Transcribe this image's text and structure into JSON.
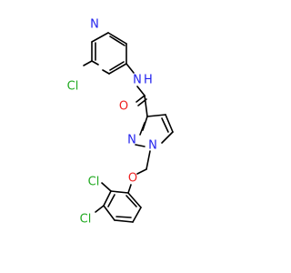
{
  "colors": {
    "bond": "#000000",
    "N": "#2222ee",
    "O": "#ee2222",
    "Cl": "#22aa22"
  },
  "atoms": [
    {
      "name": "pyridine-n",
      "text": "N",
      "element": "N"
    },
    {
      "name": "pyridine-cl",
      "text": "Cl",
      "element": "Cl"
    },
    {
      "name": "amide-nh",
      "text": "N",
      "element": "N"
    },
    {
      "name": "amide-h",
      "text": "H",
      "element": "N"
    },
    {
      "name": "carbonyl-o",
      "text": "O",
      "element": "O"
    },
    {
      "name": "pyrazole-n2",
      "text": "N",
      "element": "N"
    },
    {
      "name": "pyrazole-n1",
      "text": "N",
      "element": "N"
    },
    {
      "name": "ether-o",
      "text": "O",
      "element": "O"
    },
    {
      "name": "phenyl-cl-2",
      "text": "Cl",
      "element": "Cl"
    },
    {
      "name": "phenyl-cl-3",
      "text": "Cl",
      "element": "Cl"
    }
  ]
}
